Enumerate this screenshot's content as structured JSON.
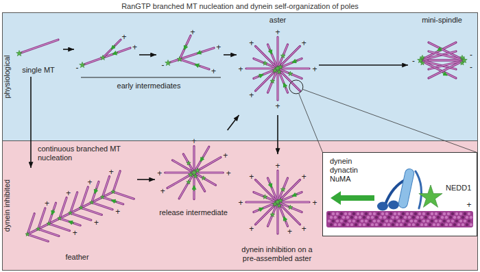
{
  "diagram": {
    "title": "RanGTP branched MT nucleation and dynein self-organization of poles",
    "nodes": [
      {
        "text": [
          "physiological"
        ]
      },
      {
        "text": [
          "single MT"
        ],
        "in": 0
      },
      {
        "text": [
          "early intermediates"
        ],
        "in": 0
      },
      {
        "text": [
          "aster"
        ],
        "in": 0
      },
      {
        "text": [
          "mini-spindle"
        ],
        "in": 0
      },
      {
        "text": [
          "dynein inhibited"
        ]
      },
      {
        "text": [
          "feather"
        ],
        "in": 5
      },
      {
        "text": [
          "release intermediate"
        ],
        "in": 5
      },
      {
        "text": [
          "dynein inhibition on a pre-assembled aster"
        ],
        "in": 5
      },
      {
        "text": [
          "dynein",
          "dynactin",
          "NuMA",
          "NEDD1"
        ],
        "in": 5
      }
    ],
    "edges": [
      {
        "from": 1,
        "to": 2,
        "arrow": "to"
      },
      {
        "from": 2,
        "to": 3,
        "arrow": "to"
      },
      {
        "from": 3,
        "to": 4,
        "arrow": "to"
      },
      {
        "from": 1,
        "to": 6,
        "arrow": "to",
        "label": "continuous branched MT nucleation"
      },
      {
        "from": 6,
        "to": 7,
        "arrow": "to"
      },
      {
        "from": 7,
        "to": 3,
        "arrow": "to"
      },
      {
        "from": 3,
        "to": 8,
        "arrow": "to"
      }
    ],
    "labels": [
      "-",
      "+",
      "+",
      "-",
      "+",
      "+",
      "+",
      "+",
      "+",
      "+",
      "+",
      "+",
      "+",
      "+",
      "-",
      "-",
      "-",
      "+",
      "+",
      "+",
      "+",
      "+",
      "+",
      "+",
      "+",
      "+",
      "+",
      "+",
      "+",
      "+",
      "+",
      "+",
      "+",
      "+",
      "+",
      "+",
      "+",
      "+"
    ]
  }
}
